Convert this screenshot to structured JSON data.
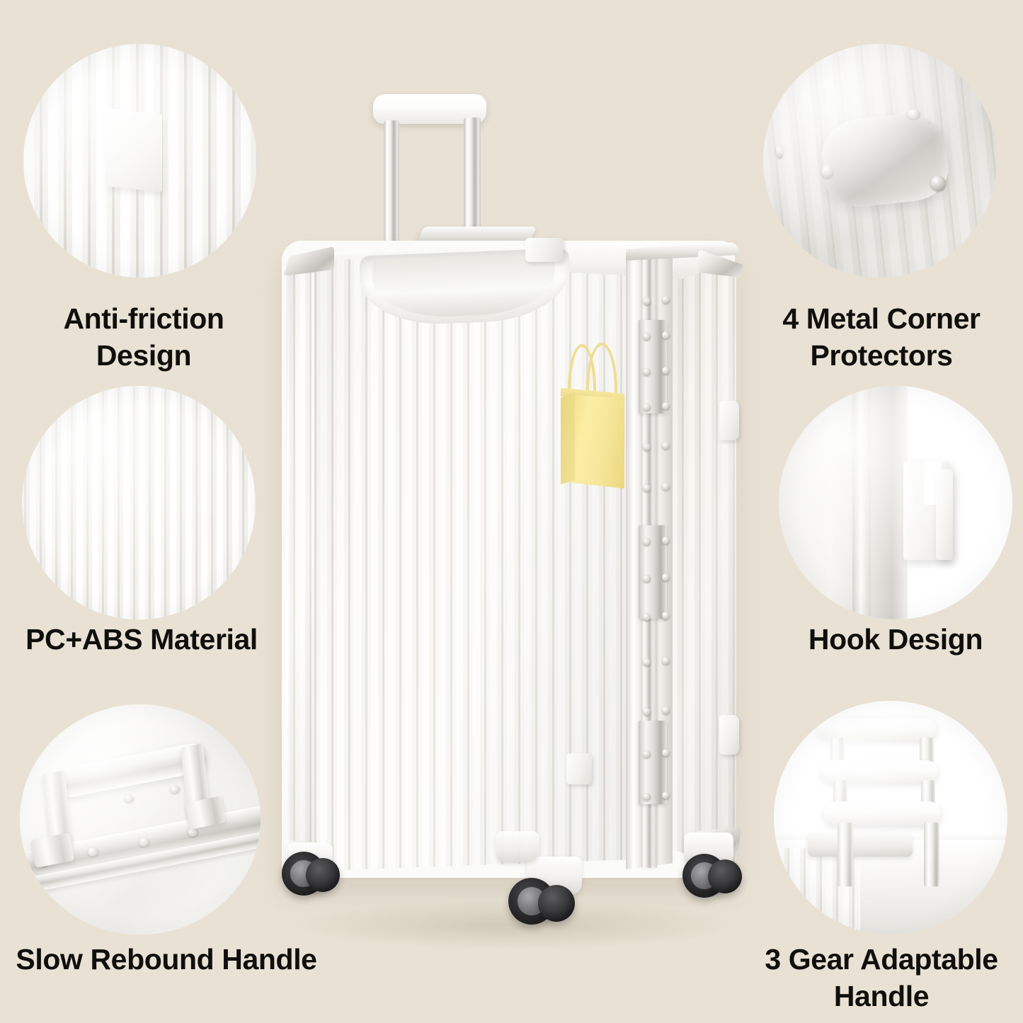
{
  "page": {
    "title": "Aluminum Frame Luggage Feature Infographic",
    "background_color": "#E9E2D4",
    "text_color": "#100F0D",
    "accent_metal_color": "#C9C6C0",
    "shell_color": "#FBFBF9",
    "bag_color": "#F6E69A",
    "wheel_color": "#1D1D1F"
  },
  "features": [
    {
      "id": "anti-friction",
      "caption": "Anti-friction\nDesign",
      "position": "top-left",
      "detail": "close-up of raised anti-friction pad on ribbed shell"
    },
    {
      "id": "metal-corner-protectors",
      "caption": "4 Metal Corner\nProtectors",
      "position": "top-right",
      "detail": "close-up of riveted aluminum corner cap"
    },
    {
      "id": "pc-abs-material",
      "caption": "PC+ABS Material",
      "position": "middle-left",
      "detail": "close-up of vertical ribbed PC+ABS shell texture"
    },
    {
      "id": "hook-design",
      "caption": "Hook Design",
      "position": "middle-right",
      "detail": "close-up of molded side hook on shell edge"
    },
    {
      "id": "slow-rebound-handle",
      "caption": "Slow Rebound Handle",
      "position": "bottom-left",
      "detail": "close-up of riveted aluminum side carry handle"
    },
    {
      "id": "3-gear-adaptable-handle",
      "caption": "3 Gear Adaptable\nHandle",
      "position": "bottom-right",
      "detail": "three stacked telescoping handle heights"
    }
  ],
  "product": {
    "name": "white aluminum frame spinner suitcase",
    "shell_texture": "vertical ribs",
    "wheel_count": 4,
    "hook_count": 2,
    "corner_protector_count": 4,
    "accessory": "yellow paper shopping bag hanging on side hook"
  }
}
